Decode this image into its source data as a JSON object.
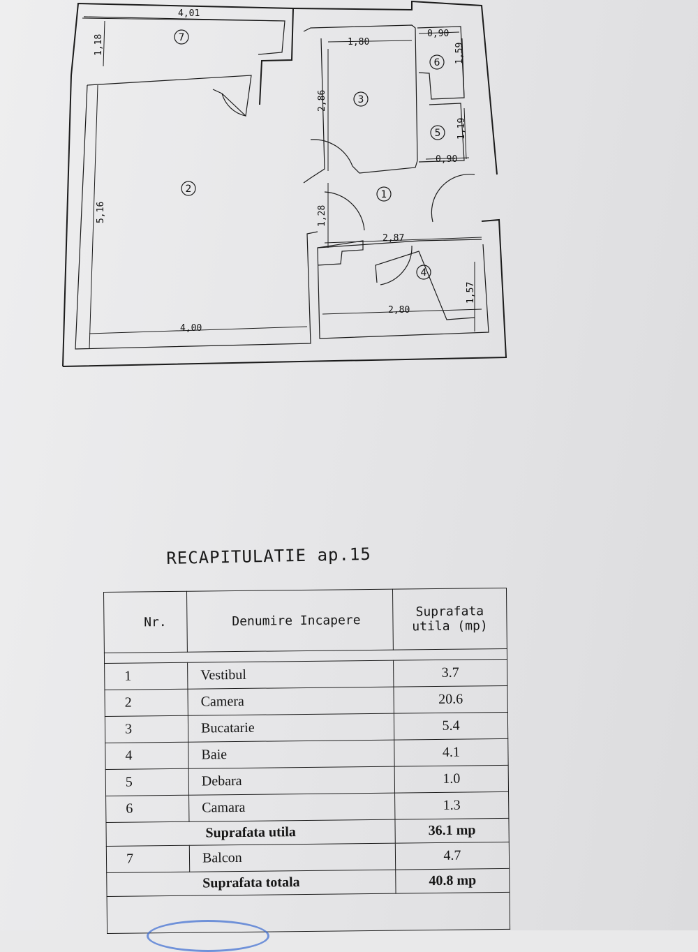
{
  "plan": {
    "rooms": {
      "r1": "1",
      "r2": "2",
      "r3": "3",
      "r4": "4",
      "r5": "5",
      "r6": "6",
      "r7": "7"
    },
    "dimensions": {
      "balcony_width": "4,01",
      "balcony_depth": "1,18",
      "kitchen_width": "1,80",
      "pantry_width": "0,90",
      "pantry_depth": "1,59",
      "kitchen_depth": "2,86",
      "storage_depth": "1,19",
      "storage_width": "0,90",
      "room_depth": "5,16",
      "hall_depth": "1,28",
      "hall_width": "2,87",
      "bath_depth": "1,57",
      "bath_width": "2,80",
      "room_width": "4,00"
    }
  },
  "recap": {
    "title": "RECAPITULATIE ap.15",
    "headers": {
      "nr": "Nr.",
      "name": "Denumire Incapere",
      "area_line1": "Suprafata",
      "area_line2": "utila (mp)"
    },
    "rows": [
      {
        "nr": "1",
        "name": "Vestibul",
        "area": "3.7"
      },
      {
        "nr": "2",
        "name": "Camera",
        "area": "20.6"
      },
      {
        "nr": "3",
        "name": "Bucatarie",
        "area": "5.4"
      },
      {
        "nr": "4",
        "name": "Baie",
        "area": "4.1"
      },
      {
        "nr": "5",
        "name": "Debara",
        "area": "1.0"
      },
      {
        "nr": "6",
        "name": "Camara",
        "area": "1.3"
      }
    ],
    "useful_label": "Suprafata utila",
    "useful_value": "36.1 mp",
    "balcony": {
      "nr": "7",
      "name": "Balcon",
      "area": "4.7"
    },
    "total_label": "Suprafata totala",
    "total_value": "40.8 mp"
  }
}
